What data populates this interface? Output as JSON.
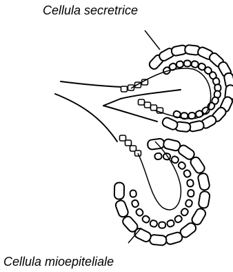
{
  "labels": {
    "secretory_cell": "Cellula secretrice",
    "myoepithelial_cell": "Cellula mioepiteliale"
  },
  "colors": {
    "ink": "#000000",
    "background": "#ffffff"
  },
  "structures": [
    {
      "name": "upper-acinus",
      "outer_cells": 15,
      "inner_cells": 18
    },
    {
      "name": "lower-acinus",
      "outer_cells": 14,
      "inner_cells": 17
    }
  ]
}
